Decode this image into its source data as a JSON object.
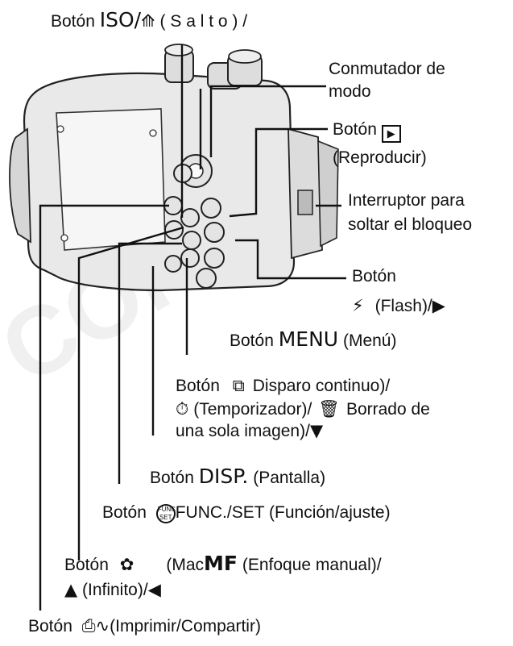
{
  "watermark": "COPY",
  "labels": {
    "iso": {
      "prefix": "Botón",
      "iso": "ISO/",
      "rest": "(   S      a     l     t     o     )     /"
    },
    "mode": {
      "line1": "Conmutador de",
      "line2": "modo"
    },
    "playback": {
      "prefix": "Botón",
      "line2": "(Reproducir)"
    },
    "lock": {
      "line1": "Interruptor para",
      "line2": "soltar el bloqueo"
    },
    "flash": {
      "line1": "Botón",
      "line2": "(Flash)/"
    },
    "menu": {
      "prefix": "Botón",
      "big": "MENU",
      "suffix": "(Menú)"
    },
    "continuous": {
      "prefix": "Botón",
      "text1": "Disparo continuo)/",
      "text2": "(Temporizador)/",
      "text3": "Borrado de",
      "line3": "una sola imagen)/"
    },
    "disp": {
      "prefix": "Botón",
      "big": "DISP.",
      "suffix": "(Pantalla)"
    },
    "func": {
      "prefix": "Botón",
      "text": "FUNC./SET (Función/ajuste)"
    },
    "macro": {
      "prefix": "Botón",
      "text1": "(Mac",
      "mf": "MF",
      "text2": "(Enfoque manual)/",
      "line2": "(Infinito)/"
    },
    "print": {
      "prefix": "Botón",
      "text": "(Imprimir/Compartir)"
    }
  },
  "icons": [
    "jump-icon",
    "playback-icon",
    "flash-icon",
    "right-arrow-icon",
    "continuous-shooting-icon",
    "self-timer-icon",
    "erase-icon",
    "down-arrow-icon",
    "func-set-icon",
    "macro-icon",
    "mountain-icon",
    "left-arrow-icon",
    "print-share-icon"
  ]
}
